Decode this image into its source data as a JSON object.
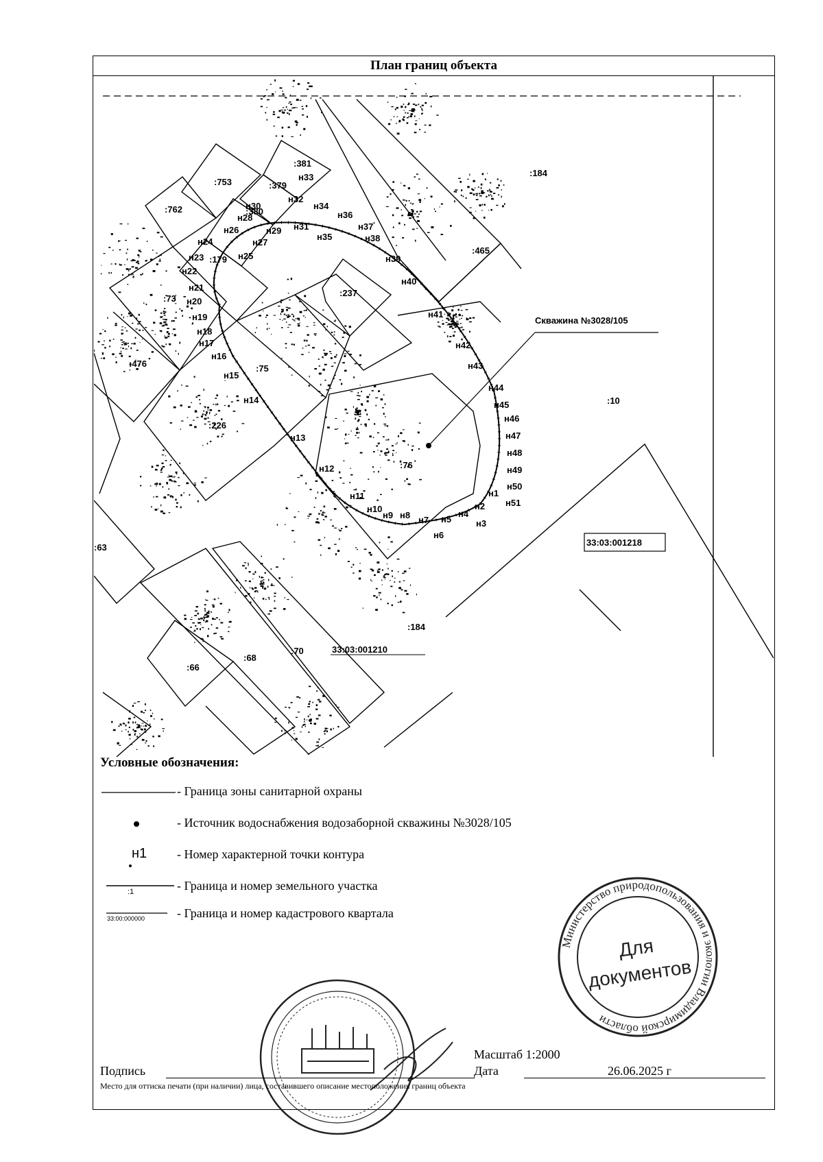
{
  "title": "План границ объекта",
  "map": {
    "well_label": "Скважина №3028/105",
    "parcels": [
      ":381",
      ":753",
      ":379",
      ":762",
      ":380",
      ":184",
      ":179",
      ":465",
      ":73",
      ":237",
      ":476",
      ":75",
      ":226",
      ":76",
      ":63",
      ":66",
      ":68",
      ":70",
      ":184",
      ":10"
    ],
    "points": [
      "н1",
      "н2",
      "н3",
      "н4",
      "н5",
      "н6",
      "н7",
      "н8",
      "н9",
      "н10",
      "н11",
      "н12",
      "н13",
      "н14",
      "н15",
      "н16",
      "н17",
      "н18",
      "н19",
      "н20",
      "н21",
      "н22",
      "н23",
      "н24",
      "н25",
      "н26",
      "н27",
      "н28",
      "н29",
      "н30",
      "н31",
      "н32",
      "н33",
      "н34",
      "н35",
      "н36",
      "н37",
      "н38",
      "н39",
      "н40",
      "н41",
      "н42",
      "н43",
      "н44",
      "н45",
      "н46",
      "н47",
      "н48",
      "н49",
      "н50",
      "н51"
    ],
    "quarter_labels": [
      "33:03:001218",
      "33:03:001210"
    ]
  },
  "legend": {
    "heading": "Условные обозначения:",
    "items": [
      {
        "text": "- Граница зоны санитарной охраны"
      },
      {
        "text": "- Источник водоснабжения водозаборной скважины №3028/105"
      },
      {
        "text": "- Номер характерной точки контура",
        "sample": "н1"
      },
      {
        "text": "- Граница и номер земельного участка",
        "sample": ":1"
      },
      {
        "text": "- Граница и номер кадастрового квартала",
        "sample": "33:00:000000"
      }
    ]
  },
  "footer": {
    "scale": "Масштаб 1:2000",
    "signature_label": "Подпись",
    "date_label": "Дата",
    "date_value": "26.06.2025 г",
    "note": "Место для оттиска печати (при наличии) лица, составившего описание местоположения границ объекта"
  },
  "stamps": {
    "ministry_ring": "Министерство природопользования и экологии Владимирской области",
    "ministry_center": [
      "Для",
      "документов"
    ]
  }
}
